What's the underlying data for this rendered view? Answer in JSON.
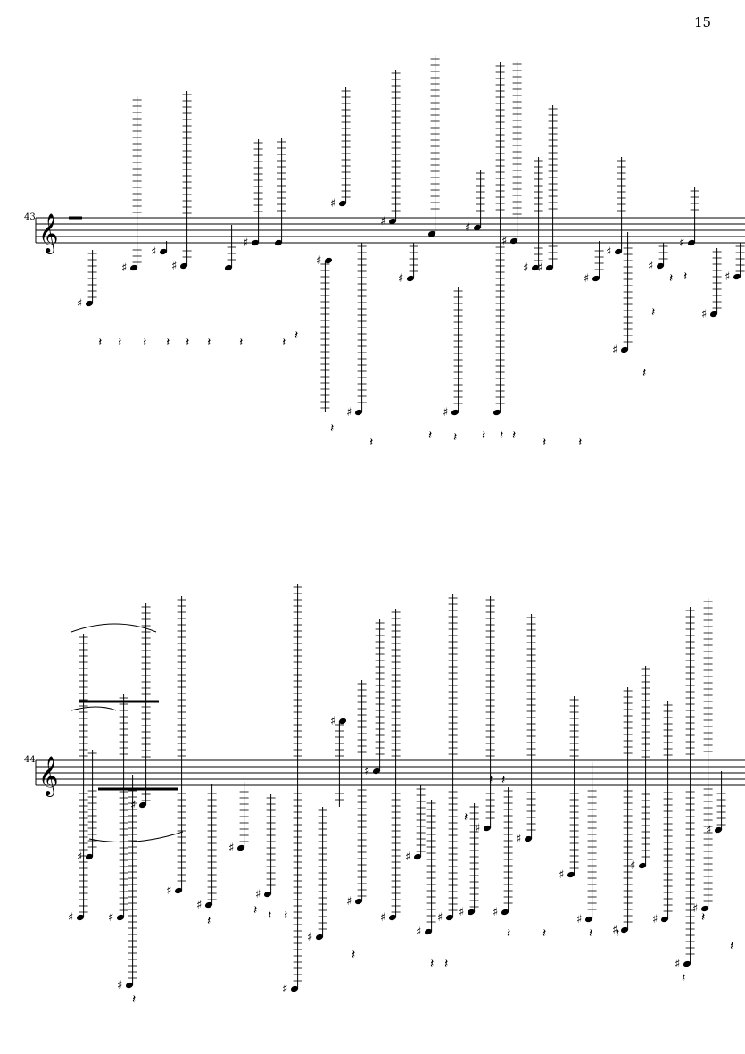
{
  "page": {
    "number": "15"
  },
  "systems": [
    {
      "measure_number": "43"
    },
    {
      "measure_number": "44"
    }
  ],
  "colors": {
    "ink": "#000000",
    "paper": "#ffffff"
  },
  "icons": {
    "clef": "treble-clef-icon"
  }
}
